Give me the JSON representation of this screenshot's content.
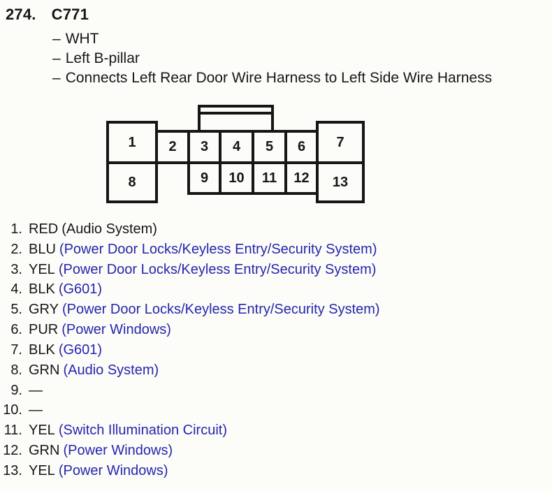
{
  "page": {
    "index_number": "274.",
    "connector_id": "C771",
    "details": [
      {
        "prefix": "–",
        "text": "WHT"
      },
      {
        "prefix": "–",
        "text": "Left B-pillar"
      },
      {
        "prefix": "–",
        "text": "Connects Left Rear Door Wire Harness to Left Side Wire Harness"
      }
    ]
  },
  "connector": {
    "pins": [
      "1",
      "2",
      "3",
      "4",
      "5",
      "6",
      "7",
      "8",
      "9",
      "10",
      "11",
      "12",
      "13"
    ]
  },
  "pin_list": [
    {
      "num": "1.",
      "wire_color": "RED",
      "circuit": "(Audio System)"
    },
    {
      "num": "2.",
      "wire_color": "BLU",
      "circuit": "(Power Door Locks/Keyless Entry/Security System)"
    },
    {
      "num": "3.",
      "wire_color": "YEL",
      "circuit": "(Power Door Locks/Keyless Entry/Security System)"
    },
    {
      "num": "4.",
      "wire_color": "BLK",
      "circuit": "(G601)"
    },
    {
      "num": "5.",
      "wire_color": "GRY",
      "circuit": "(Power Door Locks/Keyless Entry/Security System)"
    },
    {
      "num": "6.",
      "wire_color": "PUR",
      "circuit": "(Power Windows)"
    },
    {
      "num": "7.",
      "wire_color": "BLK",
      "circuit": "(G601)"
    },
    {
      "num": "8.",
      "wire_color": "GRN",
      "circuit": "(Audio System)"
    },
    {
      "num": "9.",
      "wire_color": "—",
      "circuit": ""
    },
    {
      "num": "10.",
      "wire_color": "—",
      "circuit": ""
    },
    {
      "num": "11.",
      "wire_color": "YEL",
      "circuit": "(Switch Illumination Circuit)"
    },
    {
      "num": "12.",
      "wire_color": "GRN",
      "circuit": "(Power Windows)"
    },
    {
      "num": "13.",
      "wire_color": "YEL",
      "circuit": "(Power Windows)"
    }
  ],
  "colors": {
    "ink": "#161616",
    "link_blue": "#2626ae",
    "background": "#fcfcf9"
  }
}
